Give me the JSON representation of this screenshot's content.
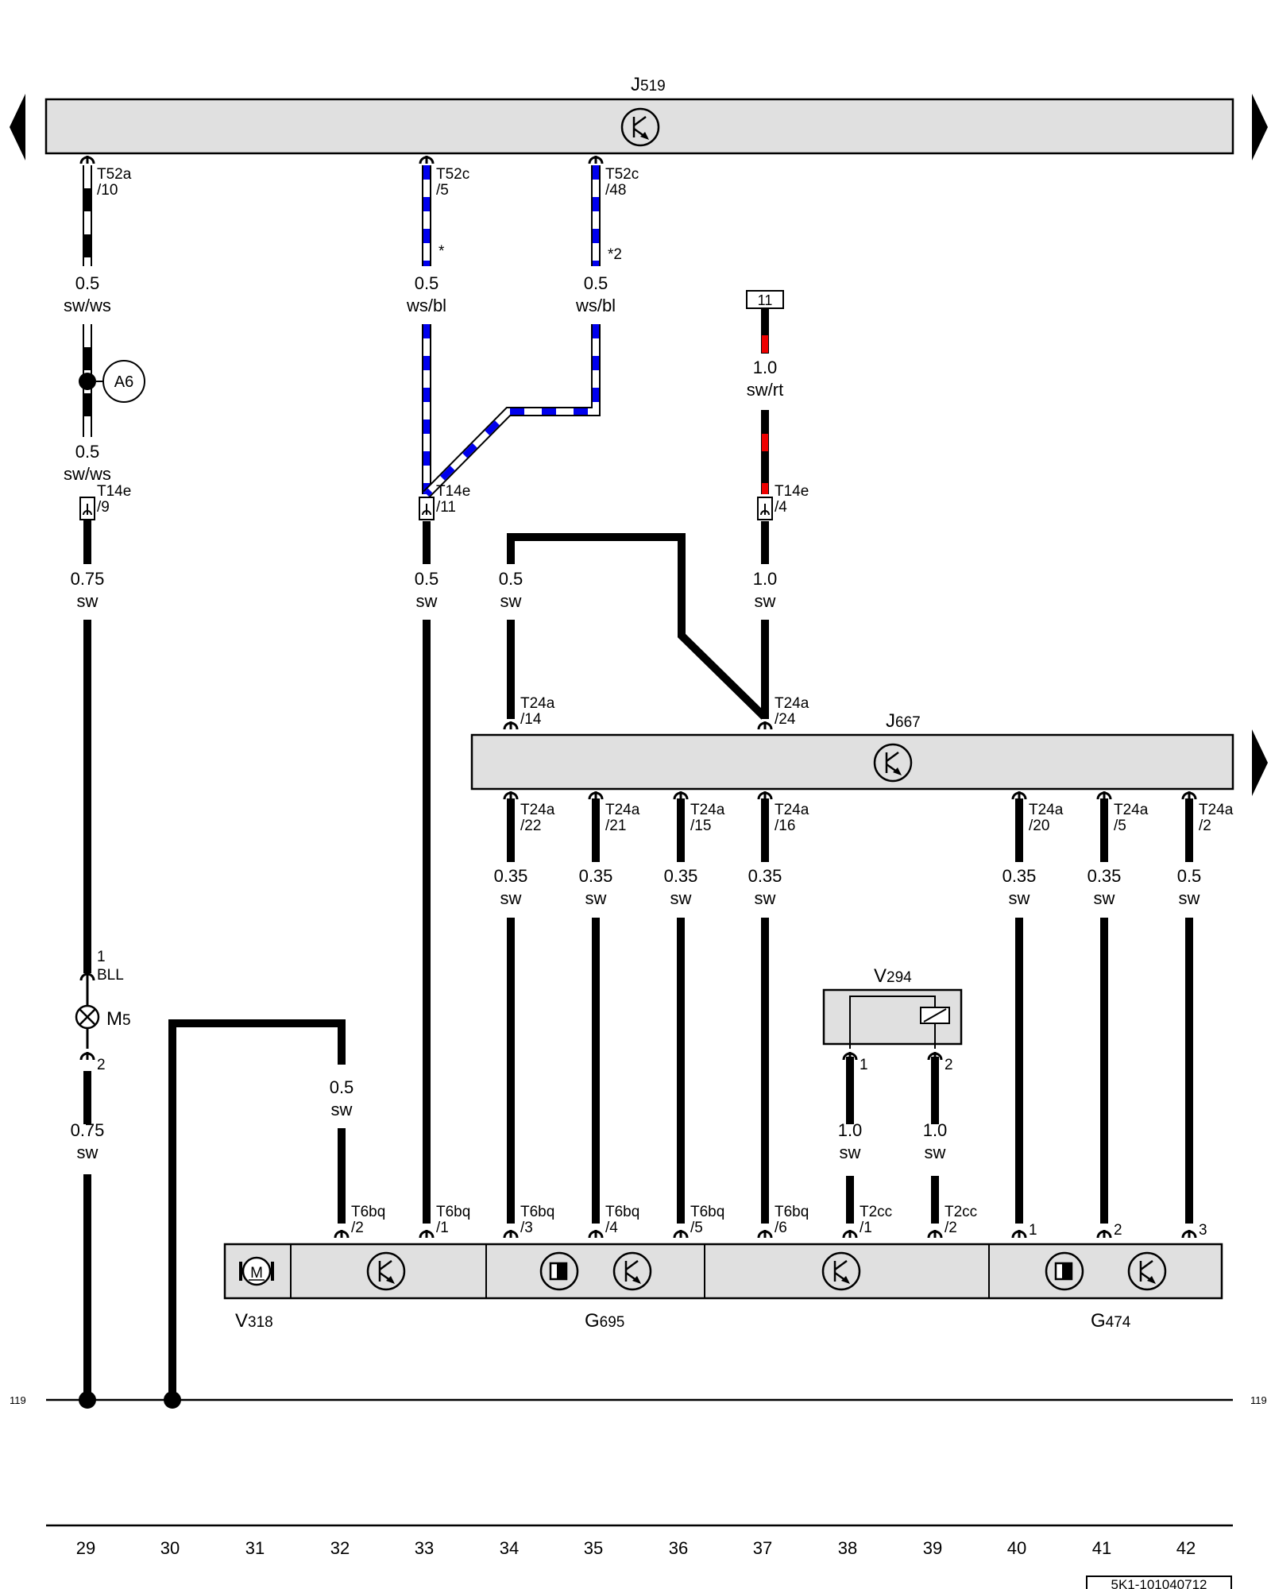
{
  "components": {
    "j519": {
      "name": "J",
      "sub": "519"
    },
    "j667": {
      "name": "J",
      "sub": "667"
    },
    "v294": {
      "name": "V",
      "sub": "294"
    },
    "v318": {
      "name": "V",
      "sub": "318"
    },
    "g695": {
      "name": "G",
      "sub": "695"
    },
    "g474": {
      "name": "G",
      "sub": "474"
    },
    "m5": {
      "name": "M",
      "sub": "5"
    },
    "a6": "A6",
    "bll": "BLL",
    "motor_m": "M"
  },
  "connectors": {
    "t52a_10": [
      "T52a",
      "/10"
    ],
    "t52c_5": [
      "T52c",
      "/5"
    ],
    "t52c_48": [
      "T52c",
      "/48"
    ],
    "t14e_9": [
      "T14e",
      "/9"
    ],
    "t14e_11": [
      "T14e",
      "/11"
    ],
    "t14e_4": [
      "T14e",
      "/4"
    ],
    "t24a_14": [
      "T24a",
      "/14"
    ],
    "t24a_24": [
      "T24a",
      "/24"
    ],
    "t24a_22": [
      "T24a",
      "/22"
    ],
    "t24a_21": [
      "T24a",
      "/21"
    ],
    "t24a_15": [
      "T24a",
      "/15"
    ],
    "t24a_16": [
      "T24a",
      "/16"
    ],
    "t24a_20": [
      "T24a",
      "/20"
    ],
    "t24a_5": [
      "T24a",
      "/5"
    ],
    "t24a_2": [
      "T24a",
      "/2"
    ],
    "t6bq_2": [
      "T6bq",
      "/2"
    ],
    "t6bq_1": [
      "T6bq",
      "/1"
    ],
    "t6bq_3": [
      "T6bq",
      "/3"
    ],
    "t6bq_4": [
      "T6bq",
      "/4"
    ],
    "t6bq_5": [
      "T6bq",
      "/5"
    ],
    "t6bq_6": [
      "T6bq",
      "/6"
    ],
    "t2cc_1": [
      "T2cc",
      "/1"
    ],
    "t2cc_2": [
      "T2cc",
      "/2"
    ],
    "pin_1_bll": "1",
    "pin_2_m5": "2",
    "v294_p1": "1",
    "v294_p2": "2",
    "g474_p1": "1",
    "g474_p2": "2",
    "g474_p3": "3"
  },
  "wires": {
    "w1": [
      "0.5",
      "sw/ws"
    ],
    "w2": [
      "0.5",
      "sw/ws"
    ],
    "w3": [
      "0.75",
      "sw"
    ],
    "w4": [
      "0.75",
      "sw"
    ],
    "w5": [
      "0.5",
      "ws/bl"
    ],
    "w6": [
      "0.5",
      "ws/bl"
    ],
    "w7": [
      "0.5",
      "sw"
    ],
    "w8": [
      "0.5",
      "sw"
    ],
    "w9": [
      "1.0",
      "sw/rt"
    ],
    "w10": [
      "1.0",
      "sw"
    ],
    "w11": [
      "0.5",
      "sw"
    ],
    "w12": [
      "0.35",
      "sw"
    ],
    "w13": [
      "0.35",
      "sw"
    ],
    "w14": [
      "0.35",
      "sw"
    ],
    "w15": [
      "0.35",
      "sw"
    ],
    "w16": [
      "0.35",
      "sw"
    ],
    "w17": [
      "0.35",
      "sw"
    ],
    "w18": [
      "0.5",
      "sw"
    ],
    "w19": [
      "1.0",
      "sw"
    ],
    "w20": [
      "1.0",
      "sw"
    ]
  },
  "notes": {
    "star": "*",
    "star2": "*2",
    "ref_11": "11"
  },
  "ground_ref": "119",
  "column_numbers": [
    "29",
    "30",
    "31",
    "32",
    "33",
    "34",
    "35",
    "36",
    "37",
    "38",
    "39",
    "40",
    "41",
    "42"
  ],
  "doc_id": "5K1-101040712",
  "colors": {
    "blue": "#0000ee",
    "red": "#ee0000",
    "box_fill": "#e0e0e0",
    "wire": "#000000"
  }
}
